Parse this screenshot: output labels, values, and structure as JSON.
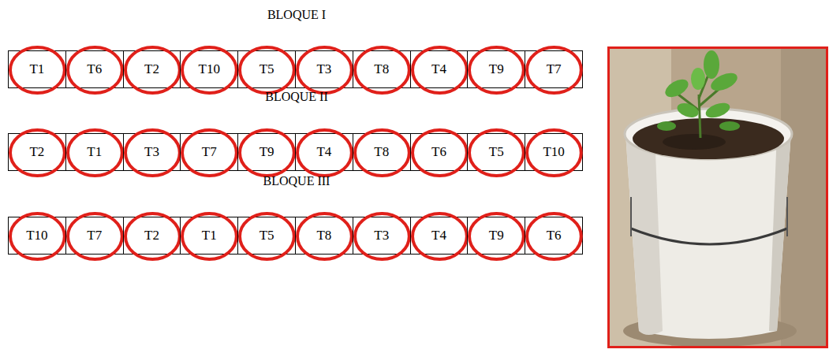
{
  "diagram": {
    "nodes": [
      {
        "text": [
          "T1"
        ]
      },
      {
        "text": [
          "T6"
        ]
      },
      {
        "text": [
          "T2"
        ]
      },
      {
        "text": [
          "T10"
        ]
      },
      {
        "text": [
          "T5"
        ]
      },
      {
        "text": [
          "T3"
        ]
      },
      {
        "text": [
          "T8"
        ]
      },
      {
        "text": [
          "T4"
        ]
      },
      {
        "text": [
          "T9"
        ]
      },
      {
        "text": [
          "T7"
        ]
      },
      {
        "text": [
          "T2"
        ]
      },
      {
        "text": [
          "T1"
        ]
      },
      {
        "text": [
          "T3"
        ]
      },
      {
        "text": [
          "T7"
        ]
      },
      {
        "text": [
          "T9"
        ]
      },
      {
        "text": [
          "T4"
        ]
      },
      {
        "text": [
          "T8"
        ]
      },
      {
        "text": [
          "T6"
        ]
      },
      {
        "text": [
          "T5"
        ]
      },
      {
        "text": [
          "T10"
        ]
      },
      {
        "text": [
          "T10"
        ]
      },
      {
        "text": [
          "T7"
        ]
      },
      {
        "text": [
          "T2"
        ]
      },
      {
        "text": [
          "T1"
        ]
      },
      {
        "text": [
          "T5"
        ]
      },
      {
        "text": [
          "T8"
        ]
      },
      {
        "text": [
          "T3"
        ]
      },
      {
        "text": [
          "T4"
        ]
      },
      {
        "text": [
          "T9"
        ]
      },
      {
        "text": [
          "T6"
        ]
      }
    ],
    "labels": [
      "BLOQUE I",
      "BLOQUE II",
      "BLOQUE III"
    ]
  }
}
